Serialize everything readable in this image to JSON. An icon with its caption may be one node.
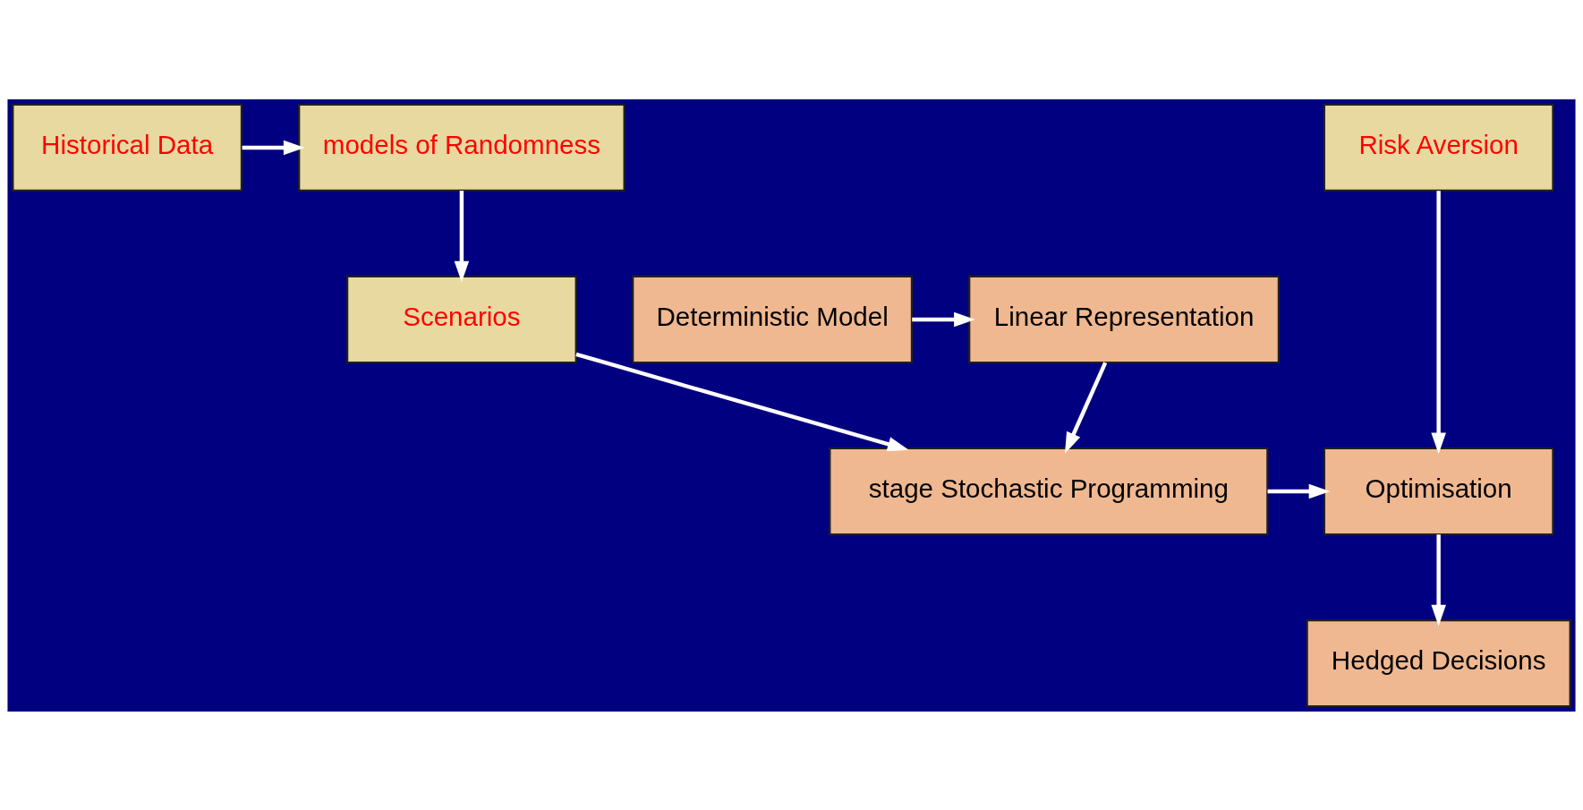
{
  "diagram": {
    "nodes": [
      {
        "text": [
          "Historical Data"
        ]
      },
      {
        "text": [
          "models of Randomness"
        ]
      },
      {
        "text": [
          "Risk Aversion"
        ]
      },
      {
        "text": [
          "Deterministic Model"
        ]
      },
      {
        "text": [
          "Linear Representation"
        ]
      },
      {
        "text": [
          "Scenarios"
        ]
      },
      {
        "text": [
          "stage Stochastic Programming"
        ]
      },
      {
        "text": [
          "Optimisation"
        ]
      },
      {
        "text": [
          "Hedged Decisions"
        ]
      }
    ],
    "edges": [
      {
        "from": 0,
        "to": 1,
        "arrow": "to"
      },
      {
        "from": 1,
        "to": 5,
        "arrow": "to"
      },
      {
        "from": 3,
        "to": 4,
        "arrow": "to"
      },
      {
        "from": 4,
        "to": 6,
        "arrow": "to"
      },
      {
        "from": 5,
        "to": 6,
        "arrow": "to"
      },
      {
        "from": 6,
        "to": 7,
        "arrow": "to"
      },
      {
        "from": 2,
        "to": 7,
        "arrow": "to"
      },
      {
        "from": 7,
        "to": 8,
        "arrow": "to"
      }
    ]
  }
}
